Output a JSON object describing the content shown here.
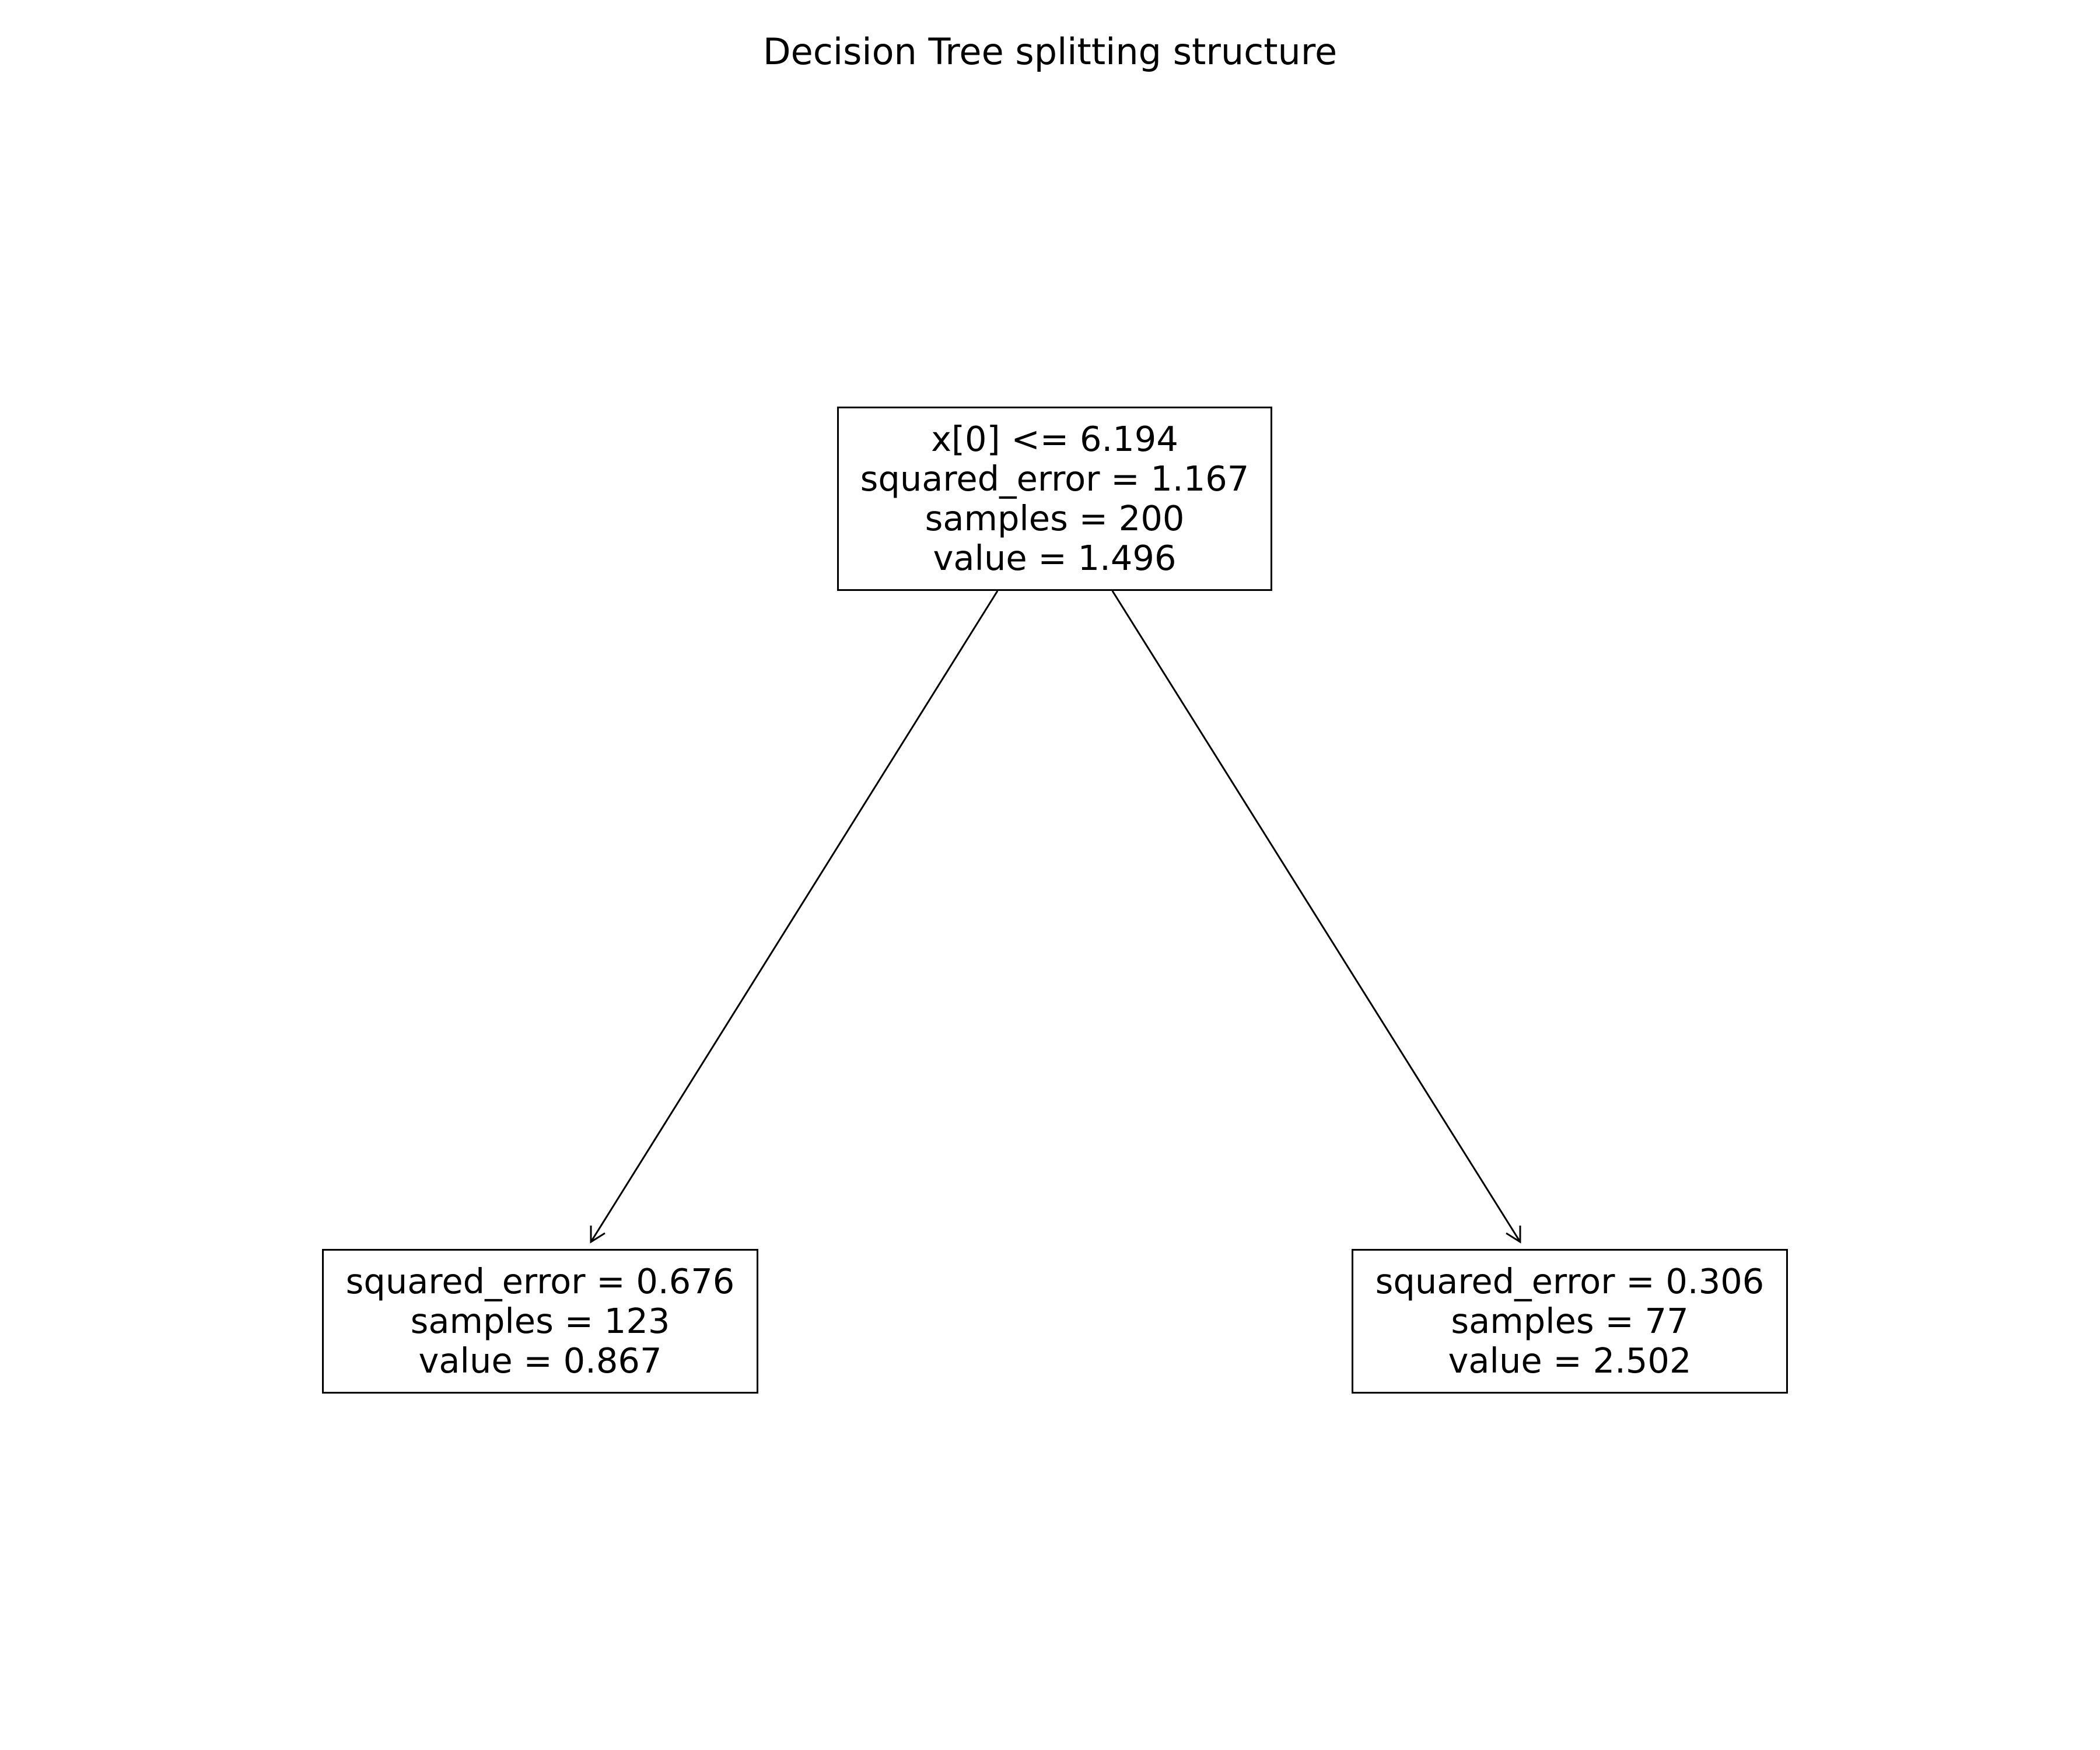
{
  "title": "Decision Tree splitting structure",
  "tree": {
    "root": {
      "lines": [
        "x[0] <= 6.194",
        "squared_error = 1.167",
        "samples = 200",
        "value = 1.496"
      ]
    },
    "left": {
      "lines": [
        "squared_error = 0.676",
        "samples = 123",
        "value = 0.867"
      ]
    },
    "right": {
      "lines": [
        "squared_error = 0.306",
        "samples = 77",
        "value = 2.502"
      ]
    }
  },
  "colors": {
    "node_border": "#000000",
    "edge": "#000000",
    "background": "#ffffff"
  }
}
